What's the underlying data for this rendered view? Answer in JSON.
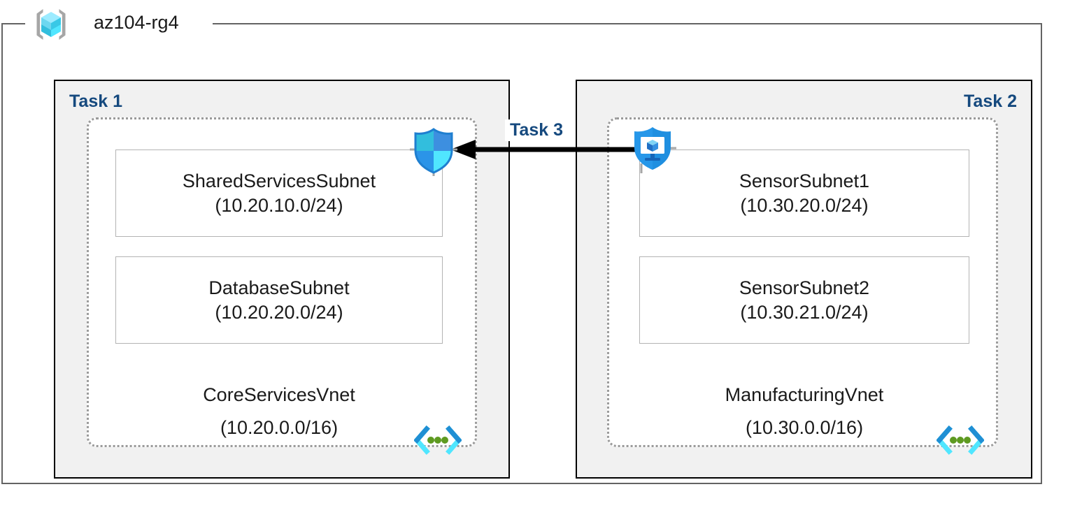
{
  "resource_group": {
    "name": "az104-rg4",
    "icon": "azure-resource-group-cube-icon"
  },
  "colors": {
    "task_label": "#15497E",
    "container_fill": "#F1F1F1",
    "container_border": "#000000",
    "vnet_border": "#9A9A9A",
    "subnet_border": "#B3B3B3",
    "frame": "#636363",
    "arrow": "#000000",
    "azure_blue": "#0078D4",
    "azure_cyan": "#32BEDD",
    "vnet_dot_green": "#5E9A21"
  },
  "tasks": [
    {
      "label": "Task 1",
      "align": "left",
      "vnet": {
        "name": "CoreServicesVnet",
        "cidr": "(10.20.0.0/16)",
        "icon": "virtual-network-icon",
        "subnets": [
          {
            "name": "SharedServicesSubnet",
            "cidr": "(10.20.10.0/24)"
          },
          {
            "name": "DatabaseSubnet",
            "cidr": "(10.20.20.0/24)"
          }
        ]
      }
    },
    {
      "label": "Task 2",
      "align": "right",
      "vnet": {
        "name": "ManufacturingVnet",
        "cidr": "(10.30.0.0/16)",
        "icon": "virtual-network-icon",
        "subnets": [
          {
            "name": "SensorSubnet1",
            "cidr": "(10.30.20.0/24)"
          },
          {
            "name": "SensorSubnet2",
            "cidr": "(10.30.21.0/24)"
          }
        ]
      }
    }
  ],
  "connection": {
    "label": "Task 3",
    "direction": "right-to-left",
    "source_icon": "bastion-shield-monitor-icon",
    "target_icon": "firewall-shield-icon"
  }
}
